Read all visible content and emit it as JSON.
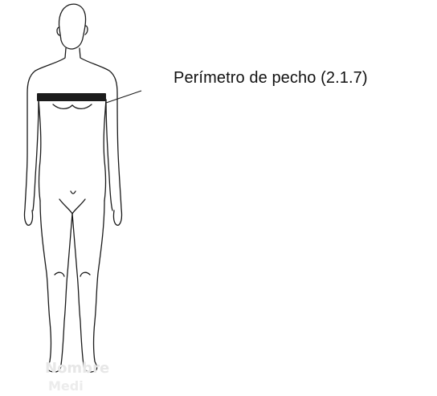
{
  "diagram": {
    "annotation": "Perímetro de pecho (2.1.7)",
    "bleed_through": {
      "line1": "Nombre",
      "line2": "Medi"
    }
  },
  "colors": {
    "outline": "#1a1a1a",
    "band": "#1c1c1c",
    "ghost_text": "#e7e7e7"
  }
}
